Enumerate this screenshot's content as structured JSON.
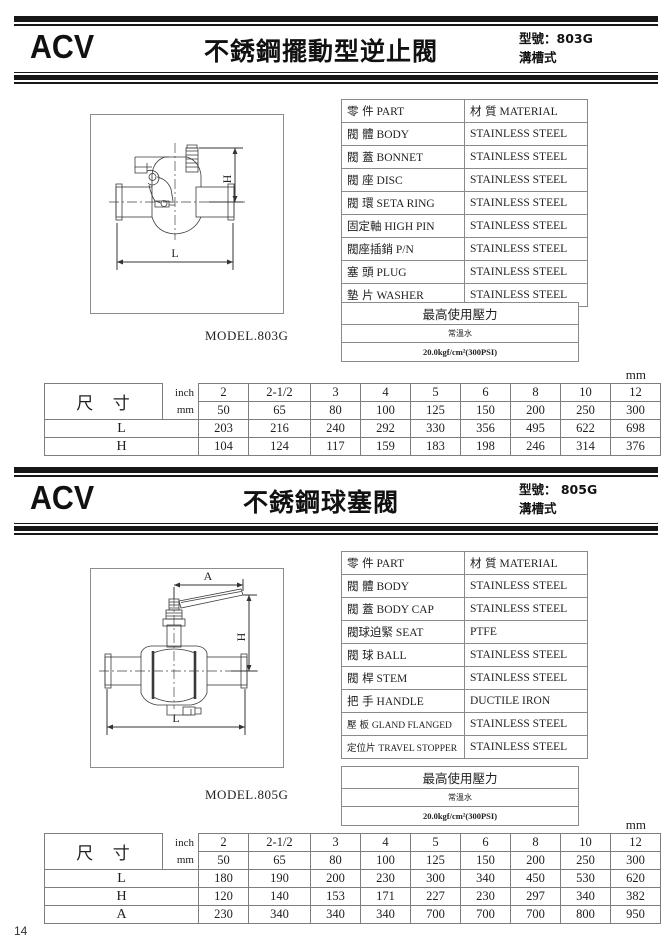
{
  "page": {
    "number": "14"
  },
  "sections": [
    {
      "id": "803g",
      "brand": "ACV",
      "title": "不銹鋼擺動型逆止閥",
      "model_label": "型號：803G",
      "model_type": "溝槽式",
      "drawing_caption": "MODEL.803G",
      "drawing_dim_labels": {
        "h": "H",
        "l": "L"
      },
      "parts_table": {
        "headers": {
          "part_cn": "零 件",
          "part_en": "PART",
          "mat_cn": "材 質",
          "mat_en": "MATERIAL"
        },
        "rows": [
          {
            "cn": "閥 體",
            "en": "BODY",
            "material": "STAINLESS STEEL"
          },
          {
            "cn": "閥 蓋",
            "en": "BONNET",
            "material": "STAINLESS STEEL"
          },
          {
            "cn": "閥 座",
            "en": "DISC",
            "material": "STAINLESS STEEL"
          },
          {
            "cn": "閥 環",
            "en": "SETA RING",
            "material": "STAINLESS STEEL"
          },
          {
            "cn": "固定軸",
            "en": "HIGH PIN",
            "material": "STAINLESS STEEL"
          },
          {
            "cn": "閥座插銷",
            "en": "P/N",
            "material": "STAINLESS STEEL"
          },
          {
            "cn": "塞 頭",
            "en": "PLUG",
            "material": "STAINLESS STEEL"
          },
          {
            "cn": "墊 片",
            "en": "WASHER",
            "material": "STAINLESS STEEL"
          }
        ]
      },
      "pressure_table": {
        "title": "最高使用壓力",
        "condition": "常溫水",
        "value": "20.0kgf/cm²(300PSI)"
      },
      "dimension_table": {
        "unit_top": "mm",
        "label": "尺 寸",
        "unit_inch": "inch",
        "unit_mm": "mm",
        "inch_sizes": [
          "2",
          "2-1/2",
          "3",
          "4",
          "5",
          "6",
          "8",
          "10",
          "12"
        ],
        "mm_sizes": [
          "50",
          "65",
          "80",
          "100",
          "125",
          "150",
          "200",
          "250",
          "300"
        ],
        "rows": [
          {
            "name": "L",
            "values": [
              "203",
              "216",
              "240",
              "292",
              "330",
              "356",
              "495",
              "622",
              "698"
            ]
          },
          {
            "name": "H",
            "values": [
              "104",
              "124",
              "117",
              "159",
              "183",
              "198",
              "246",
              "314",
              "376"
            ]
          }
        ]
      }
    },
    {
      "id": "805g",
      "brand": "ACV",
      "title": "不銹鋼球塞閥",
      "model_label": "型號： 805G",
      "model_type": "溝槽式",
      "drawing_caption": "MODEL.805G",
      "drawing_dim_labels": {
        "a": "A",
        "h": "H",
        "l": "L"
      },
      "parts_table": {
        "headers": {
          "part_cn": "零 件",
          "part_en": "PART",
          "mat_cn": "材 質",
          "mat_en": "MATERIAL"
        },
        "rows": [
          {
            "cn": "閥 體",
            "en": "BODY",
            "material": "STAINLESS STEEL"
          },
          {
            "cn": "閥 蓋",
            "en": "BODY CAP",
            "material": "STAINLESS STEEL"
          },
          {
            "cn": "閥球迫緊",
            "en": "SEAT",
            "material": "PTFE"
          },
          {
            "cn": "閥 球",
            "en": "BALL",
            "material": "STAINLESS STEEL"
          },
          {
            "cn": "閥 桿",
            "en": "STEM",
            "material": "STAINLESS STEEL"
          },
          {
            "cn": "把 手",
            "en": "HANDLE",
            "material": "DUCTILE IRON"
          },
          {
            "cn": "壓 板",
            "en": "GLAND FLANGED",
            "material": "STAINLESS STEEL",
            "small": true
          },
          {
            "cn": "定位片",
            "en": "TRAVEL STOPPER",
            "material": "STAINLESS STEEL",
            "small": true
          }
        ]
      },
      "pressure_table": {
        "title": "最高使用壓力",
        "condition": "常溫水",
        "value": "20.0kgf/cm²(300PSI)"
      },
      "dimension_table": {
        "unit_top": "mm",
        "label": "尺 寸",
        "unit_inch": "inch",
        "unit_mm": "mm",
        "inch_sizes": [
          "2",
          "2-1/2",
          "3",
          "4",
          "5",
          "6",
          "8",
          "10",
          "12"
        ],
        "mm_sizes": [
          "50",
          "65",
          "80",
          "100",
          "125",
          "150",
          "200",
          "250",
          "300"
        ],
        "rows": [
          {
            "name": "L",
            "values": [
              "180",
              "190",
              "200",
              "230",
              "300",
              "340",
              "450",
              "530",
              "620"
            ]
          },
          {
            "name": "H",
            "values": [
              "120",
              "140",
              "153",
              "171",
              "227",
              "230",
              "297",
              "340",
              "382"
            ]
          },
          {
            "name": "A",
            "values": [
              "230",
              "340",
              "340",
              "340",
              "700",
              "700",
              "700",
              "800",
              "950"
            ]
          }
        ]
      }
    }
  ]
}
